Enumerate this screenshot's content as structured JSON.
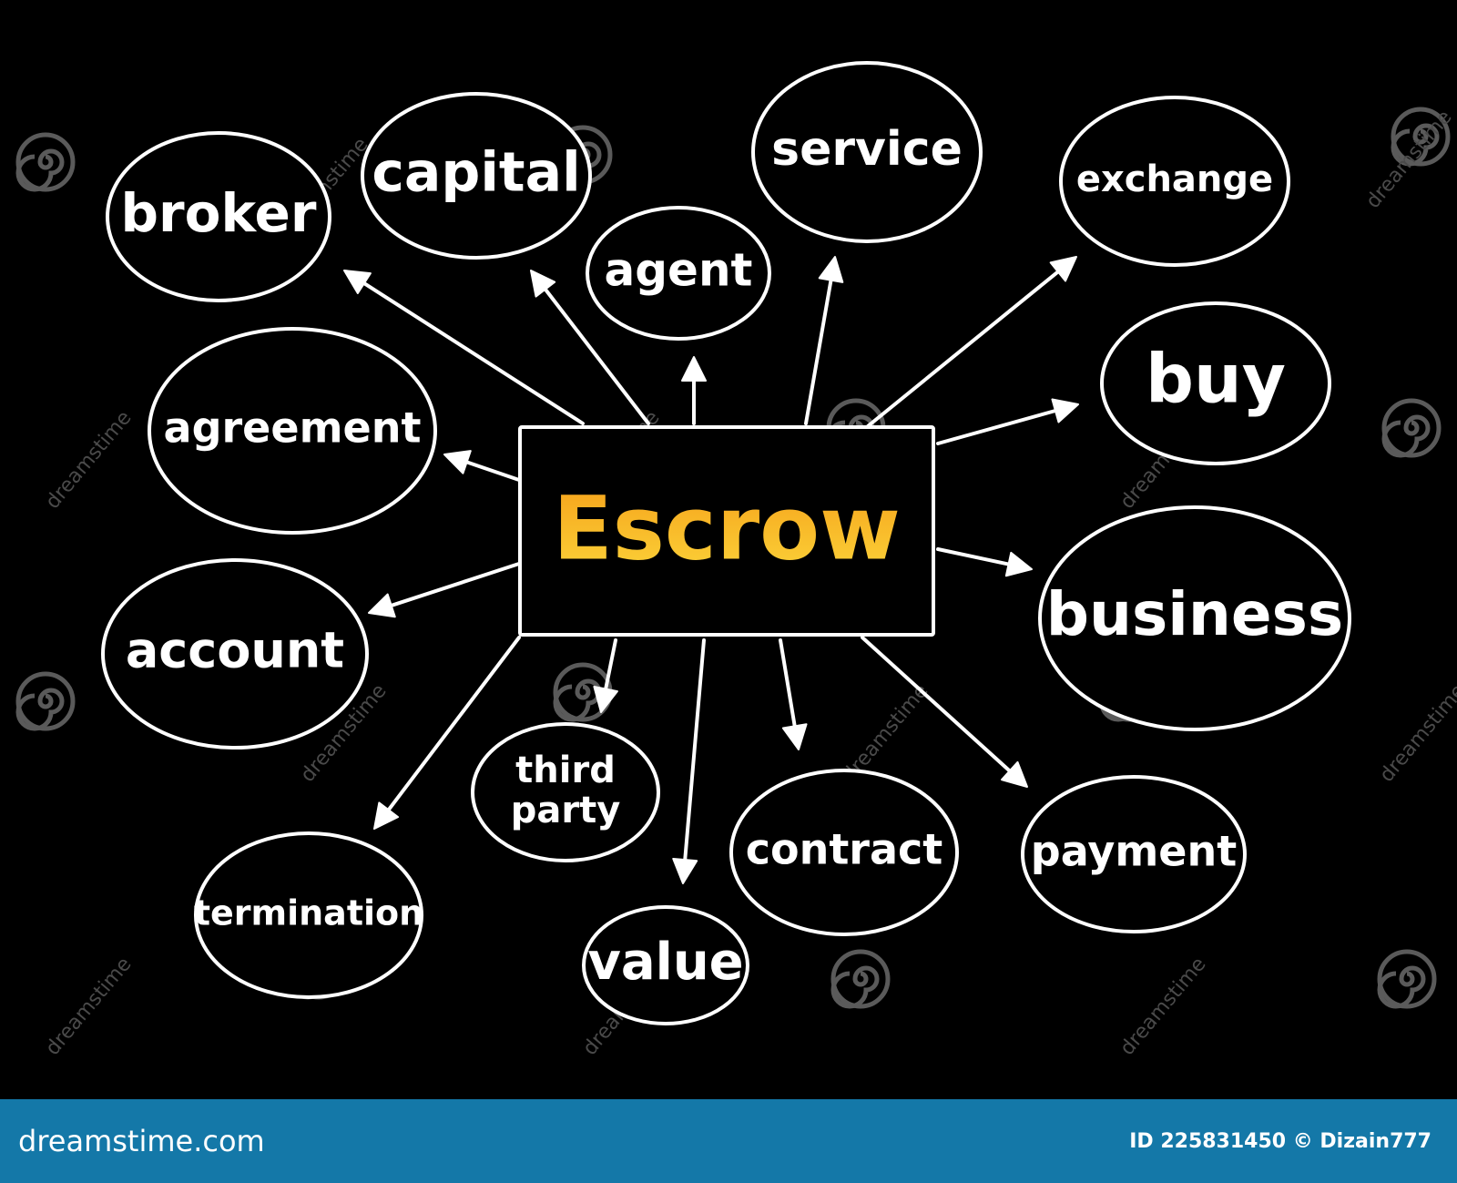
{
  "diagram": {
    "center": {
      "label": "Escrow",
      "gradient_top": "#f6a11a",
      "gradient_bottom": "#fbd43a"
    },
    "nodes": [
      {
        "id": "broker",
        "label": "broker"
      },
      {
        "id": "capital",
        "label": "capital"
      },
      {
        "id": "agent",
        "label": "agent"
      },
      {
        "id": "service",
        "label": "service"
      },
      {
        "id": "exchange",
        "label": "exchange"
      },
      {
        "id": "buy",
        "label": "buy"
      },
      {
        "id": "agreement",
        "label": "agreement"
      },
      {
        "id": "business",
        "label": "business"
      },
      {
        "id": "account",
        "label": "account"
      },
      {
        "id": "third-party",
        "label": "third party"
      },
      {
        "id": "contract",
        "label": "contract"
      },
      {
        "id": "payment",
        "label": "payment"
      },
      {
        "id": "termination",
        "label": "termination"
      },
      {
        "id": "value",
        "label": "value"
      }
    ],
    "line_color": "#ffffff",
    "background_color": "#000000"
  },
  "watermark": {
    "text": "dreamstime",
    "color": "#4a4a4a"
  },
  "footer": {
    "site": "dreamstime.com",
    "credit": "ID 225831450 © Dizain777",
    "background": "#1478a8"
  }
}
